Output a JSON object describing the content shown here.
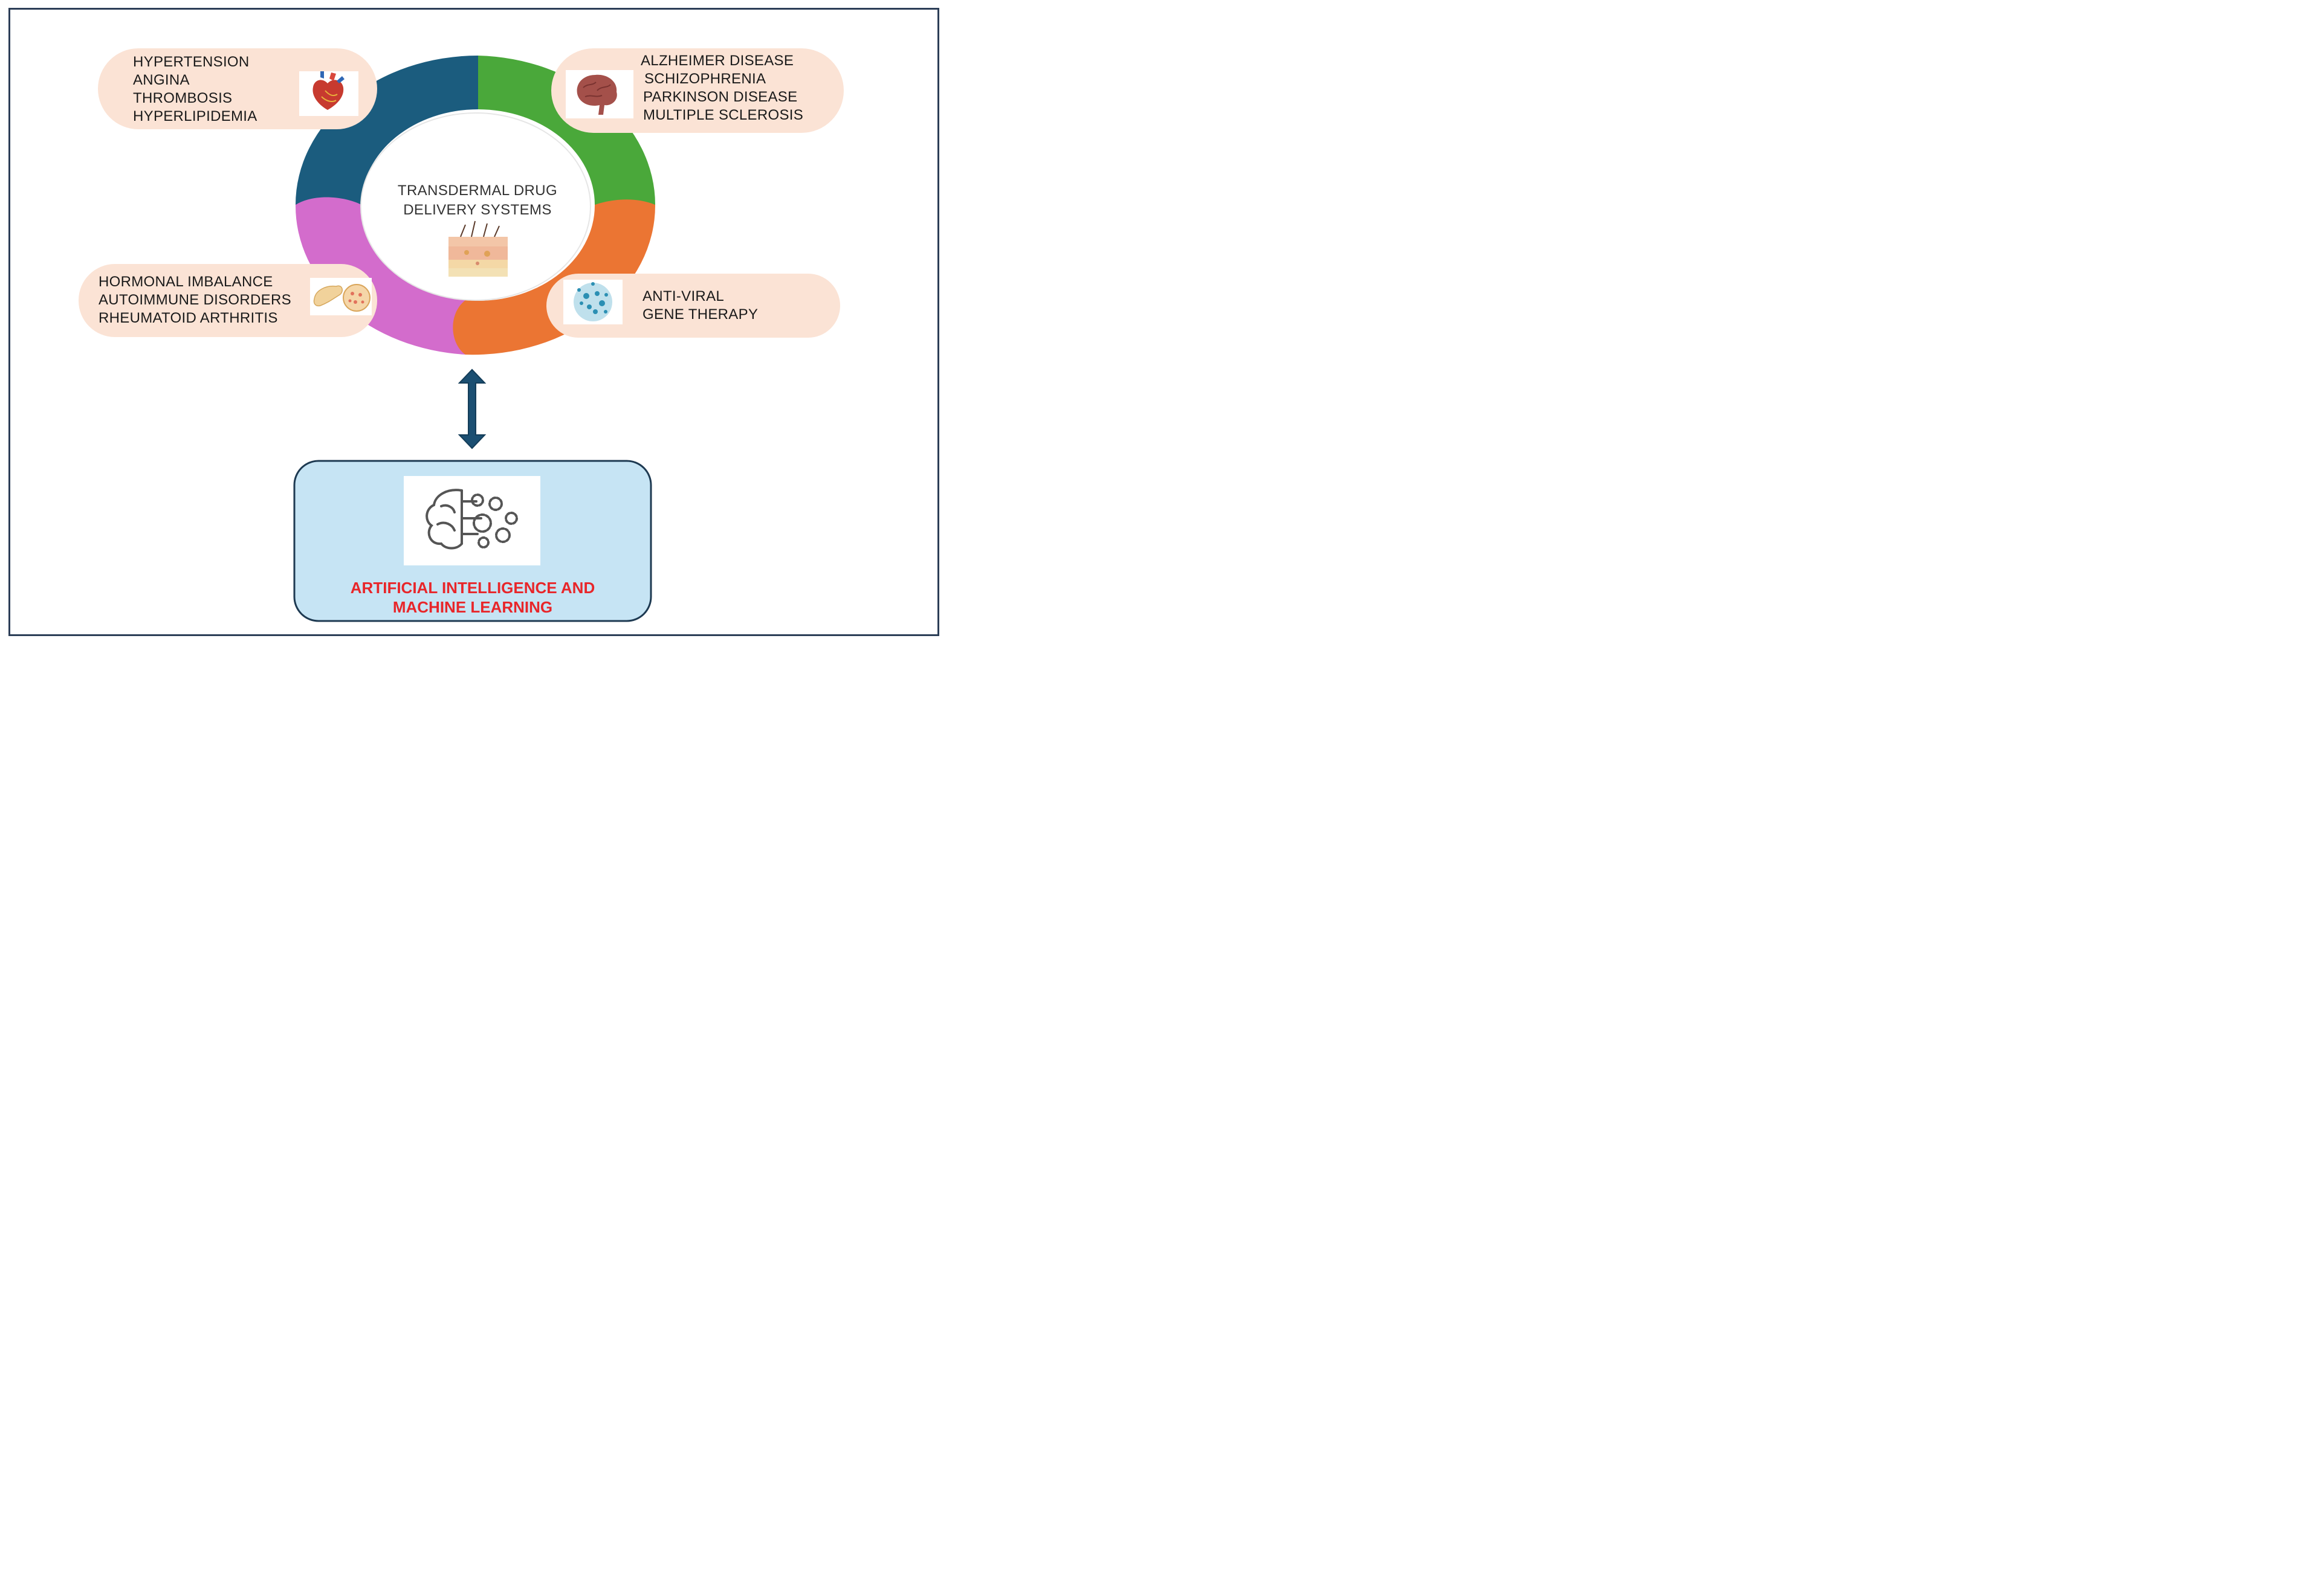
{
  "diagram": {
    "center": {
      "title_line1": "TRANSDERMAL DRUG",
      "title_line2": "DELIVERY SYSTEMS",
      "icon": "skin-layers-icon"
    },
    "ring_colors": {
      "cardiovascular": "#1b5c7e",
      "neurological": "#4aa83a",
      "antiviral": "#eb7533",
      "hormonal": "#d36ccc"
    },
    "groups": {
      "cardiovascular": {
        "items": [
          "HYPERTENSION",
          "ANGINA",
          "THROMBOSIS",
          "HYPERLIPIDEMIA"
        ],
        "icon": "heart-icon"
      },
      "neurological": {
        "items": [
          "ALZHEIMER DISEASE",
          "SCHIZOPHRENIA",
          "PARKINSON DISEASE",
          "MULTIPLE SCLEROSIS"
        ],
        "icon": "brain-icon"
      },
      "hormonal": {
        "items": [
          "HORMONAL IMBALANCE",
          "AUTOIMMUNE DISORDERS",
          "RHEUMATOID ARTHRITIS"
        ],
        "icon": "pancreas-cell-icon"
      },
      "antiviral": {
        "items": [
          "ANTI-VIRAL",
          "GENE THERAPY"
        ],
        "icon": "virus-icon"
      }
    },
    "connector": {
      "icon": "double-arrow-icon",
      "color": "#1b4f72"
    },
    "ai_box": {
      "line1": "ARTIFICIAL INTELLIGENCE AND",
      "line2": "MACHINE LEARNING",
      "icon": "brain-gears-icon",
      "text_color": "#e8262a",
      "fill": "#c6e4f4"
    },
    "pill_fill": "#fbe3d5"
  }
}
